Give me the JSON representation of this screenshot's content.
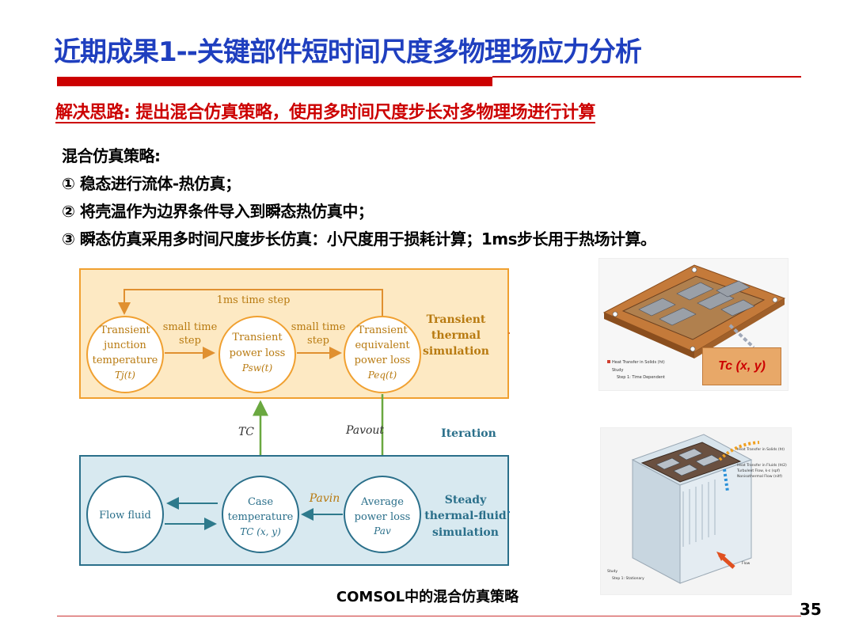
{
  "slide": {
    "title": "近期成果1--关键部件短时间尺度多物理场应力分析",
    "subtitle": "解决思路: 提出混合仿真策略，使用多时间尺度步长对多物理场进行计算",
    "strategy": {
      "heading": "混合仿真策略:",
      "items": [
        "① 稳态进行流体-热仿真；",
        "② 将壳温作为边界条件导入到瞬态热仿真中；",
        "③  瞬态仿真采用多时间尺度步长仿真：小尺度用于损耗计算；1ms步长用于热场计算。"
      ]
    },
    "caption": "COMSOL中的混合仿真策略",
    "page_number": "35"
  },
  "diagram": {
    "transient_box": {
      "loop_label": "1ms time step",
      "node1": [
        "Transient",
        "junction",
        "temperature"
      ],
      "node1_var": "Tj(t)",
      "node2": [
        "Transient",
        "power loss"
      ],
      "node2_var": "Psw(t)",
      "node3": [
        "Transient",
        "equivalent",
        "power loss"
      ],
      "node3_var": "Peq(t)",
      "step1": [
        "small time",
        "step"
      ],
      "step2": [
        "small time",
        "step"
      ],
      "label": [
        "Transient",
        "thermal",
        "simulation"
      ]
    },
    "between": {
      "tc": "TC",
      "pavout": "Pavout",
      "iteration": "Iteration"
    },
    "steady_box": {
      "flow": "Flow fluid",
      "case": [
        "Case",
        "temperature",
        "TC (x, y)"
      ],
      "avg": [
        "Average",
        "power loss",
        "Pav"
      ],
      "pavin": "Pavin",
      "label": [
        "Steady",
        "thermal-fluid",
        "simulation"
      ]
    },
    "colors": {
      "transient_fill": "#fde9c3",
      "transient_stroke": "#f0a030",
      "steady_fill": "#d8e9f0",
      "steady_stroke": "#2a6f8a",
      "arrow": "#2e7a8c",
      "green_arrow": "#6aa840",
      "label": "#b87a10",
      "steady_label": "#2a6f8a"
    }
  },
  "screenshot1": {
    "label": "Tc (x, y)",
    "tree": [
      "Heat Transfer in Solids (ht)",
      "Study",
      "Step 1: Time Dependent"
    ]
  },
  "screenshot2": {
    "tree_top": [
      "Heat Transfer in Solids (ht)",
      "Heat Transfer in Fluids (ht2)",
      "Turbulent Flow, k-ε (spf)",
      "Nonisothermal Flow (nitf)"
    ],
    "tree_bottom": [
      "Study",
      "Step 1: Stationary"
    ],
    "flow_label": "Flow"
  }
}
